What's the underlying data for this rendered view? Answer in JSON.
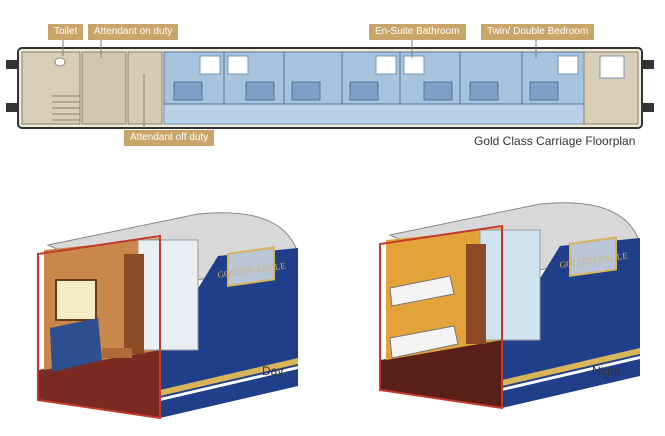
{
  "floorplan": {
    "title": "Gold Class Carriage Floorplan",
    "labels": {
      "toilet": "Toilet",
      "attendant_on_duty": "Attendant on duty",
      "attendant_off_duty": "Attendant off duty",
      "ensuite_bathroom": "En-Suite Bathroom",
      "twin_double_bedroom": "Twin/ Double Bedroom"
    }
  },
  "views": {
    "day": {
      "caption": "Day",
      "brand": "GOLDEN EAGLE"
    },
    "night": {
      "caption": "Night",
      "brand": "GOLDEN EAGLE"
    }
  },
  "colors": {
    "label_bg": "#c9a56a",
    "beige_floor": "#d6ccb6",
    "cabin_blue": "#a8c3de",
    "carriage_blue": "#1f3f8a",
    "gold_stripe": "#d9b55a",
    "red_cutaway": "#c43a2c"
  }
}
